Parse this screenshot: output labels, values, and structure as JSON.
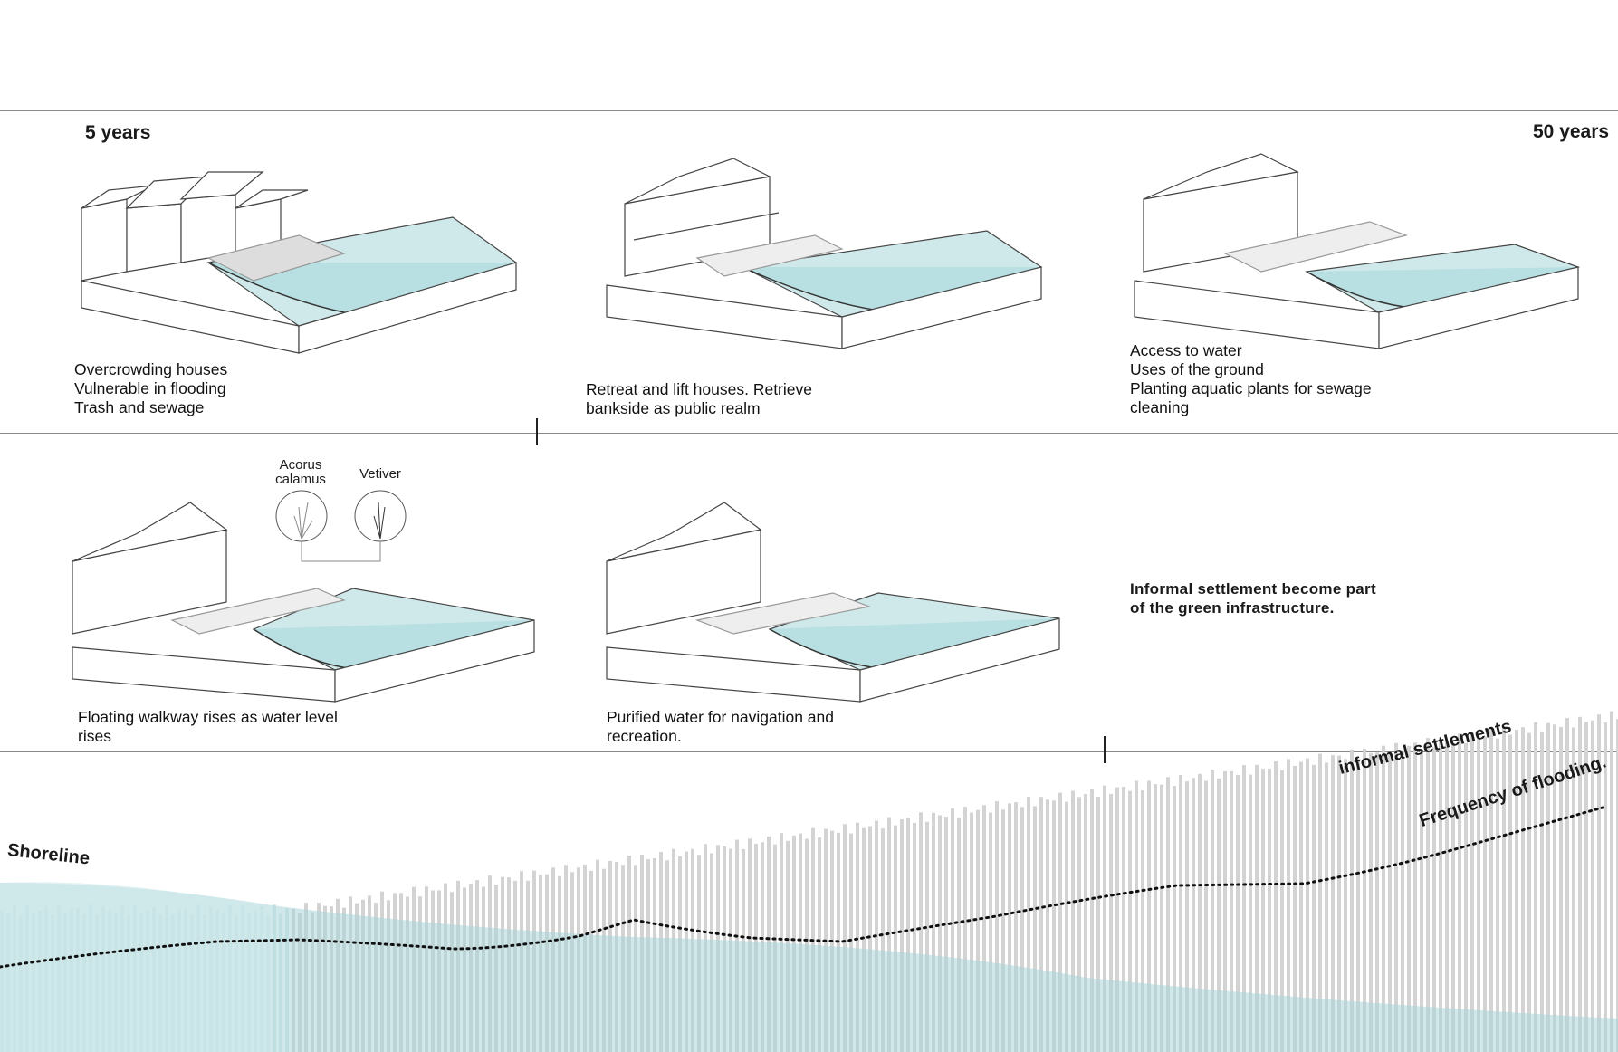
{
  "timeline": {
    "start_label": "5 years",
    "end_label": "50 years"
  },
  "panels": [
    {
      "caption": "Overcrowding houses\nVulnerable in flooding\nTrash and sewage"
    },
    {
      "caption": "Retreat and lift houses. Retrieve\nbankside as public realm"
    },
    {
      "caption": "Access to water\nUses of the ground\nPlanting aquatic plants for sewage\ncleaning"
    },
    {
      "caption": "Floating walkway rises as water level\nrises"
    },
    {
      "caption": "Purified water for navigation and\nrecreation."
    }
  ],
  "plants": [
    {
      "name": "Acorus\ncalamus"
    },
    {
      "name": "Vetiver"
    }
  ],
  "conclusion": "Informal settlement become part\nof the green infrastructure.",
  "graph": {
    "shoreline_label": "Shoreline",
    "informal_label": "informal settlements",
    "flooding_label": "Frequency of flooding."
  },
  "colors": {
    "water": "#cfe8ea",
    "water_dark": "#a9d6d9",
    "line": "#8a8a8a"
  }
}
